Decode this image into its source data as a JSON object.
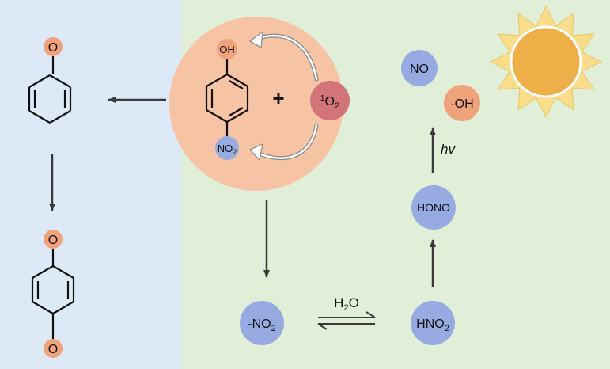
{
  "colors": {
    "left_bg": "#dde9f6",
    "right_bg": "#e1efd9",
    "reaction_disc": "#f6c3a4",
    "oxygen_atom": "#f0a27a",
    "no2_group": "#98ace0",
    "singlet_oxygen": "#d27478",
    "species_blue": "#97abe2",
    "hydroxyl_orange": "#f0a27a",
    "sun_core": "#eeae48",
    "sun_rays": "#f9dd8a",
    "arrow": "#3a3a3a"
  },
  "left_panel": {
    "cyclohexadienone": {
      "oxygen_label": "O"
    },
    "benzoquinone": {
      "top_oxygen_label": "O",
      "bottom_oxygen_label": "O"
    }
  },
  "reaction": {
    "nitrophenol": {
      "oh_label": "OH",
      "no2_label": "NO",
      "no2_sub": "2"
    },
    "plus_sign": "+",
    "singlet_oxygen": {
      "sup": "1",
      "main": "O",
      "sub": "2"
    }
  },
  "right_panel": {
    "nitrite": {
      "main": "-NO",
      "sub": "2"
    },
    "water_label": {
      "main": "H",
      "sub": "2",
      "tail": "O"
    },
    "nitrous_acid": {
      "main": "HNO",
      "sub": "2"
    },
    "hono": "HONO",
    "photon": "hv",
    "nitric_oxide": "NO",
    "hydroxyl_radical": "·OH"
  }
}
